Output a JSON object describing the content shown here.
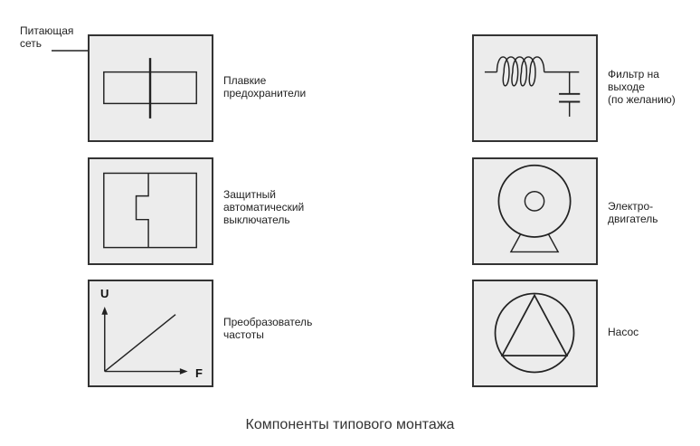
{
  "supply": {
    "label": "Питающая\nсеть"
  },
  "components": {
    "fuses": {
      "label": "Плавкие\nпредохранители",
      "icon": "fuse-icon"
    },
    "breaker": {
      "label": "Защитный\nавтоматический\nвыключатель",
      "icon": "circuit-breaker-icon"
    },
    "vfd": {
      "label": "Преобразователь\nчастоты",
      "icon": "frequency-converter-icon",
      "axis_y": "U",
      "axis_x": "F"
    },
    "filter": {
      "label": "Фильтр на\nвыходе\n(по желанию)",
      "icon": "output-filter-icon"
    },
    "motor": {
      "label": "Электро-\nдвигатель",
      "icon": "electric-motor-icon"
    },
    "pump": {
      "label": "Насос",
      "icon": "pump-icon"
    }
  },
  "caption": "Компоненты типового монтажа",
  "colors": {
    "box_fill": "#ececec",
    "stroke": "#222222"
  }
}
